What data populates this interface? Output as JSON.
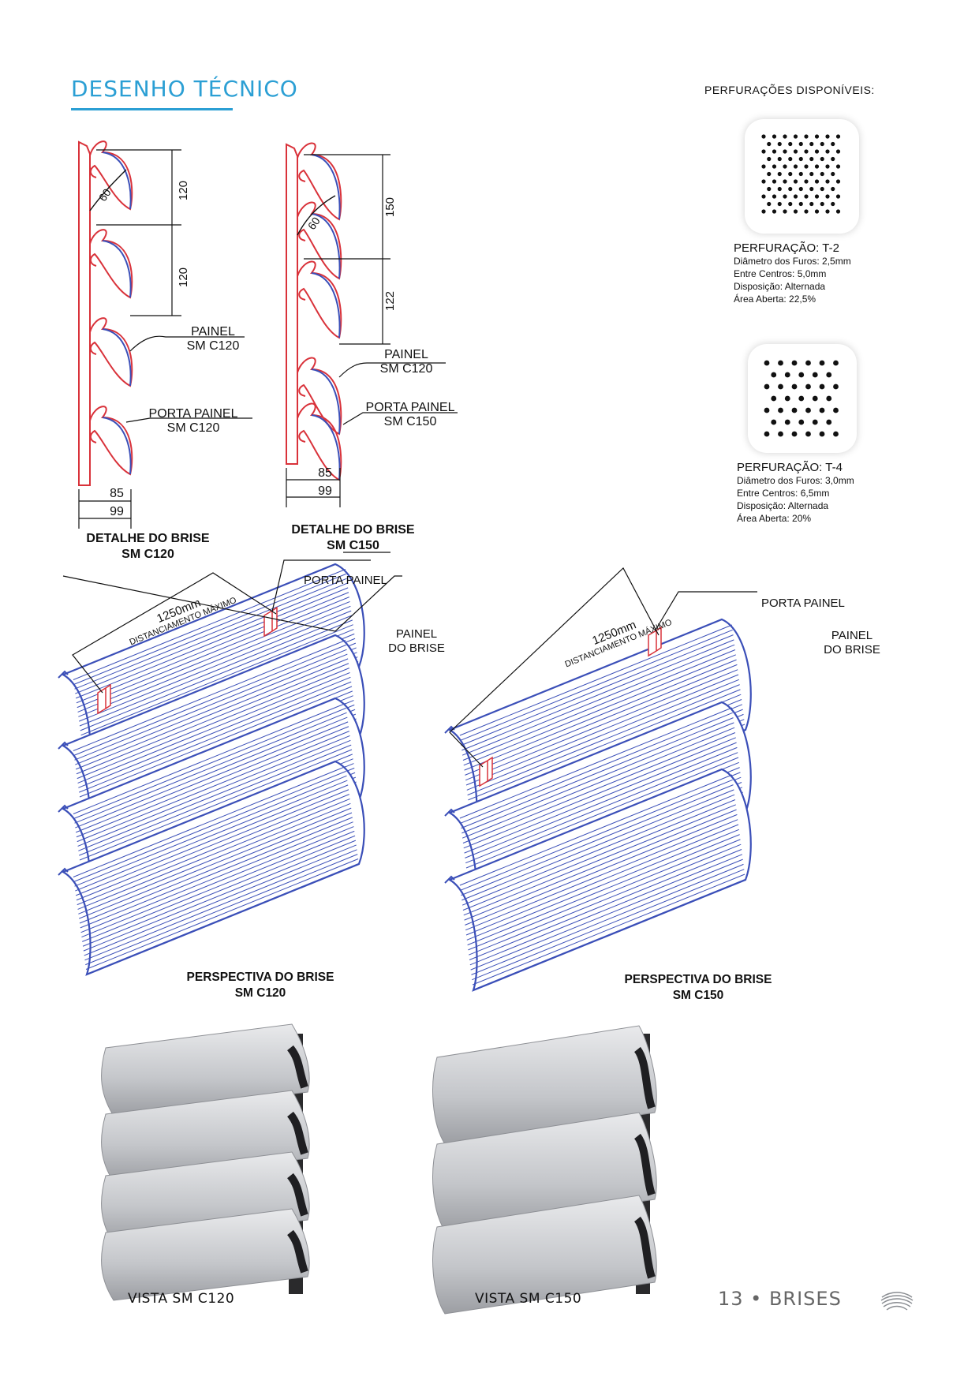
{
  "header": {
    "title": "DESENHO TÉCNICO"
  },
  "perforations": {
    "heading": "PERFURAÇÕES DISPONÍVEIS:",
    "items": [
      {
        "title": "PERFURAÇÃO: T-2",
        "specs": [
          "Diâmetro dos Furos: 2,5mm",
          "Entre Centros: 5,0mm",
          "Disposição: Alternada",
          "Área Aberta: 22,5%"
        ]
      },
      {
        "title": "PERFURAÇÃO: T-4",
        "specs": [
          "Diâmetro dos Furos: 3,0mm",
          "Entre Centros: 6,5mm",
          "Disposição: Alternada",
          "Área Aberta: 20%"
        ]
      }
    ]
  },
  "details": [
    {
      "caption_line1": "DETALHE DO BRISE",
      "caption_line2": "SM C120",
      "dim_top": "120",
      "dim_mid": "120",
      "angle": "60",
      "w_inner": "85",
      "w_outer": "99",
      "painel_l1": "PAINEL",
      "painel_l2": "SM C120",
      "porta_l1": "PORTA PAINEL",
      "porta_l2": "SM C120"
    },
    {
      "caption_line1": "DETALHE DO BRISE",
      "caption_line2": "SM C150",
      "dim_top": "150",
      "dim_mid": "122",
      "angle": "60",
      "w_inner": "85",
      "w_outer": "99",
      "painel_l1": "PAINEL",
      "painel_l2": "SM C120",
      "porta_l1": "PORTA PAINEL",
      "porta_l2": "SM C150"
    }
  ],
  "perspectives": [
    {
      "caption_line1": "PERSPECTIVA DO BRISE",
      "caption_line2": "SM C120",
      "porta": "PORTA PAINEL",
      "painel_l1": "PAINEL",
      "painel_l2": "DO BRISE",
      "dist_l1": "1250mm",
      "dist_l2": "DISTANCIAMENTO MÁXIMO"
    },
    {
      "caption_line1": "PERSPECTIVA DO BRISE",
      "caption_line2": "SM C150",
      "porta": "PORTA PAINEL",
      "painel_l1": "PAINEL",
      "painel_l2": "DO BRISE",
      "dist_l1": "1250mm",
      "dist_l2": "DISTANCIAMENTO MÁXIMO"
    }
  ],
  "views": [
    {
      "label": "VISTA SM C120"
    },
    {
      "label": "VISTA SM C150"
    }
  ],
  "footer": {
    "page": "13 • BRISES"
  },
  "colors": {
    "accent": "#2b9fd4",
    "profile_red": "#d9323a",
    "panel_blue": "#3b4fb8",
    "render_gray": "#c9cbcf"
  }
}
